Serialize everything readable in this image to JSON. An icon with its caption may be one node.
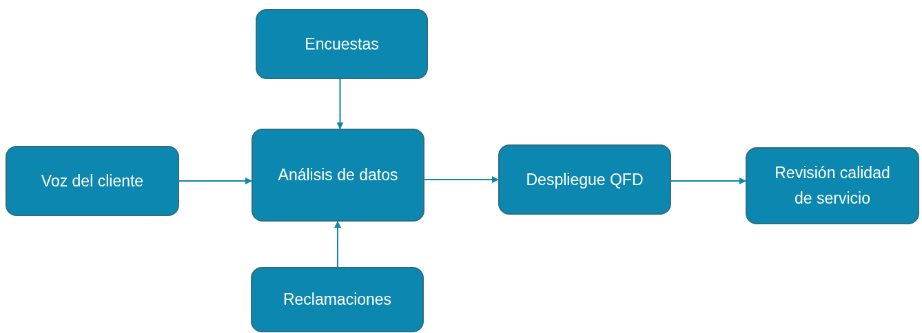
{
  "diagram": {
    "nodes": [
      {
        "text": [
          "Encuestas"
        ]
      },
      {
        "text": [
          "Voz del cliente"
        ]
      },
      {
        "text": [
          "Análisis de datos"
        ]
      },
      {
        "text": [
          "Despliegue QFD"
        ]
      },
      {
        "text": [
          "Revisión calidad de servicio"
        ]
      },
      {
        "text": [
          "Reclamaciones"
        ]
      }
    ],
    "edges": [
      {
        "from": 0,
        "to": 2,
        "arrow": "to"
      },
      {
        "from": 1,
        "to": 2,
        "arrow": "to"
      },
      {
        "from": 2,
        "to": 3,
        "arrow": "to"
      },
      {
        "from": 3,
        "to": 4,
        "arrow": "to"
      },
      {
        "from": 5,
        "to": 2,
        "arrow": "to"
      }
    ]
  }
}
